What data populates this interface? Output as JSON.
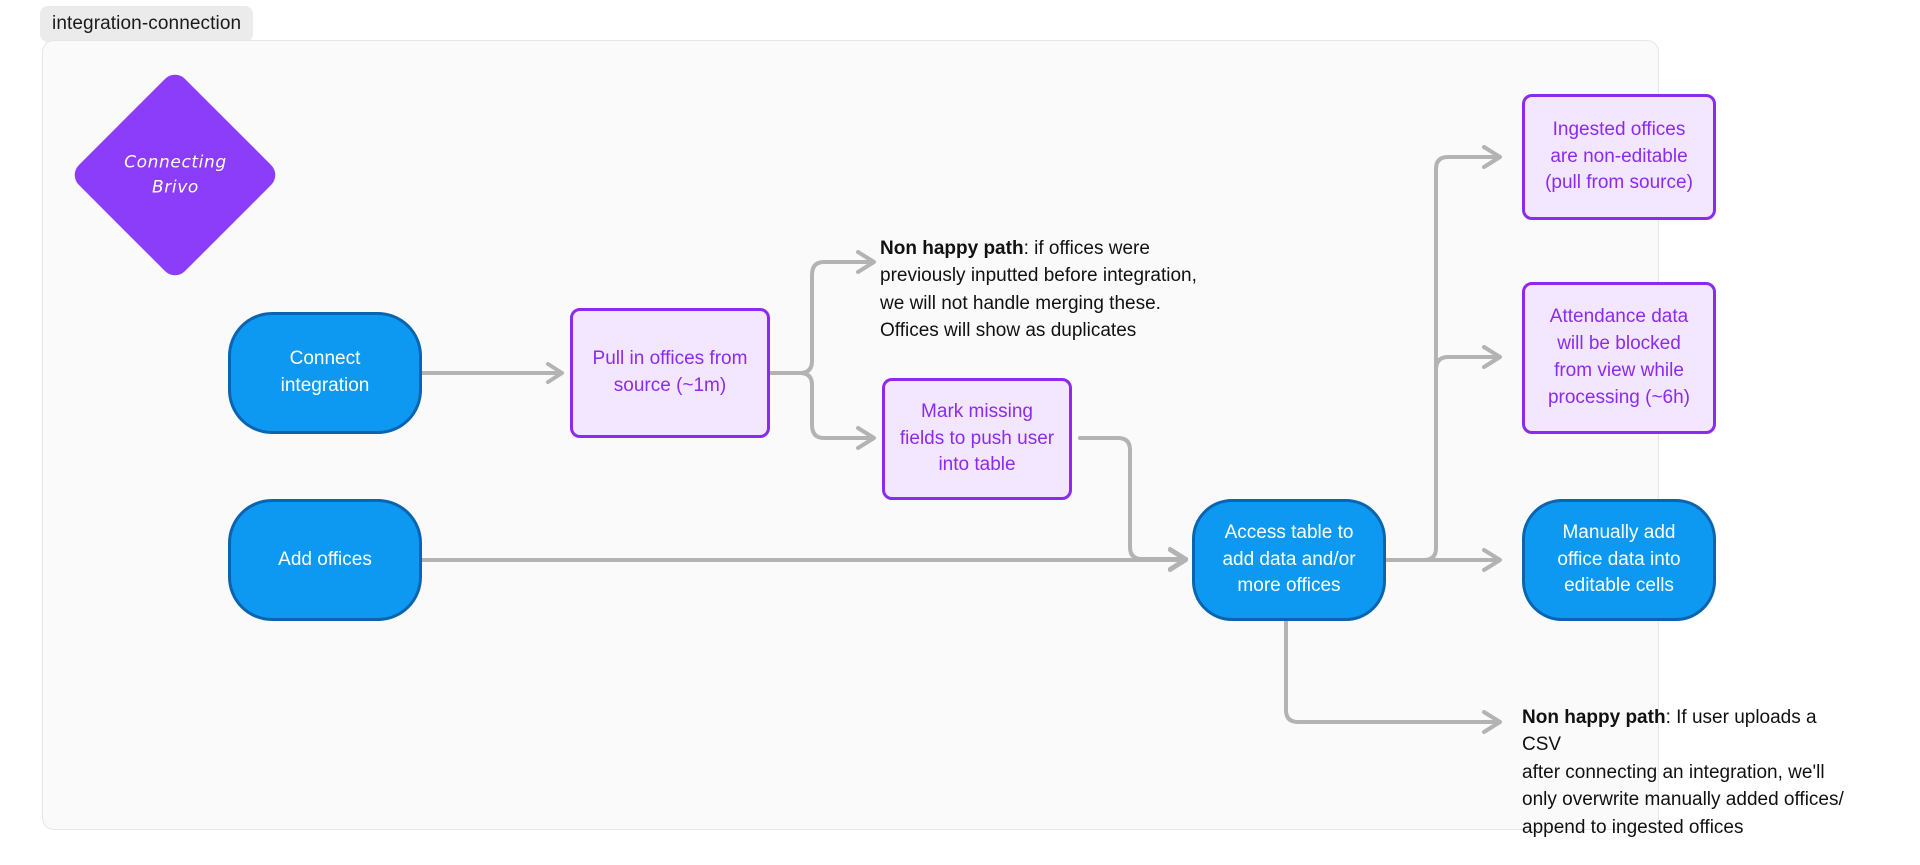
{
  "frame": {
    "tab_label": "integration-connection",
    "background": "#fafafa",
    "border_color": "#e6e6e6"
  },
  "palette": {
    "blue_fill": "#0d99f2",
    "blue_border": "#0b64b0",
    "purple_fill": "#f3e6ff",
    "purple_border": "#8b2bf2",
    "purple_text": "#8b2bf2",
    "diamond_fill": "#8b3dfa",
    "edge_color": "#b3b3b3",
    "text_color": "#111111"
  },
  "nodes": {
    "connecting_brivo": {
      "label": "Connecting\nBrivo",
      "shape": "diamond",
      "color": "#8b3dfa"
    },
    "connect_integration": {
      "label": "Connect\nintegration",
      "shape": "pill",
      "color": "#0d99f2"
    },
    "add_offices": {
      "label": "Add offices",
      "shape": "pill",
      "color": "#0d99f2"
    },
    "pull_offices": {
      "label": "Pull in offices from\nsource (~1m)",
      "shape": "box",
      "color": "#8b2bf2"
    },
    "mark_missing_fields": {
      "label": "Mark missing\nfields to push user\ninto table",
      "shape": "box",
      "color": "#8b2bf2"
    },
    "access_table": {
      "label": "Access table to\nadd data and/or\nmore offices",
      "shape": "pill",
      "color": "#0d99f2"
    },
    "ingested_offices": {
      "label": "Ingested offices\nare non-editable\n(pull from source)",
      "shape": "box",
      "color": "#8b2bf2"
    },
    "attendance_data": {
      "label": "Attendance data\nwill be blocked\nfrom view while\nprocessing (~6h)",
      "shape": "box",
      "color": "#8b2bf2"
    },
    "manually_add": {
      "label": "Manually add\noffice data into\neditable cells",
      "shape": "pill",
      "color": "#0d99f2"
    }
  },
  "notes": {
    "duplicates": {
      "lead": "Non happy path",
      "body": ": if offices were\npreviously inputted before integration,\nwe will not handle merging these.\nOffices will show as duplicates"
    },
    "csv_upload": {
      "lead": "Non happy path",
      "body": ": If user uploads a CSV\nafter connecting an integration, we'll\nonly overwrite manually added offices/\nappend to ingested offices"
    }
  }
}
